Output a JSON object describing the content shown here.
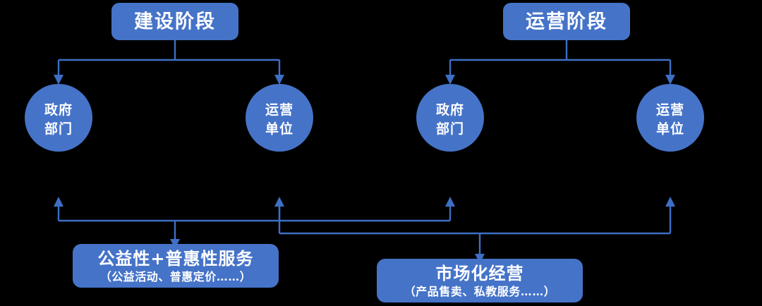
{
  "diagram": {
    "type": "flowchart",
    "background_color": "#000000",
    "node_fill_color": "#4573c8",
    "connector_color": "#3d6fc4",
    "text_color": "#ffffff",
    "phases": [
      {
        "id": "construction",
        "label": "建设阶段",
        "actors": [
          {
            "id": "construction-government",
            "line1": "政府",
            "line2": "部门"
          },
          {
            "id": "construction-operator",
            "line1": "运营",
            "line2": "单位"
          }
        ]
      },
      {
        "id": "operation",
        "label": "运营阶段",
        "actors": [
          {
            "id": "operation-government",
            "line1": "政府",
            "line2": "部门"
          },
          {
            "id": "operation-operator",
            "line1": "运营",
            "line2": "单位"
          }
        ]
      }
    ],
    "outcomes": [
      {
        "id": "public-welfare",
        "title": "公益性+普惠性服务",
        "subtitle": "（公益活动、普惠定价……）"
      },
      {
        "id": "market-operation",
        "title": "市场化经营",
        "subtitle": "（产品售卖、私教服务……）"
      }
    ]
  }
}
